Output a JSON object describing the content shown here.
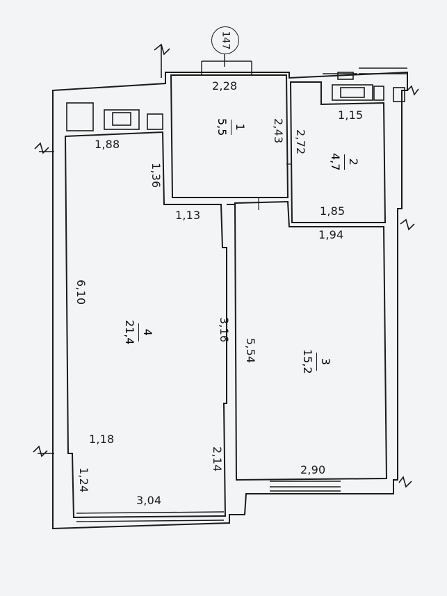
{
  "plan": {
    "badge": "147",
    "rooms": [
      {
        "id": "1",
        "num": "1",
        "area": "5,5"
      },
      {
        "id": "2",
        "num": "2",
        "area": "4,7"
      },
      {
        "id": "3",
        "num": "3",
        "area": "15,2"
      },
      {
        "id": "4",
        "num": "4",
        "area": "21,4"
      }
    ],
    "dims": {
      "d228": "2,28",
      "d115": "1,15",
      "d188": "1,88",
      "d272": "2,72",
      "d243": "2,43",
      "d136": "1,36",
      "d113": "1,13",
      "d185": "1,85",
      "d194": "1,94",
      "d610": "6,10",
      "d316": "3,16",
      "d554": "5,54",
      "d118": "1,18",
      "d214": "2,14",
      "d124": "1,24",
      "d290": "2,90",
      "d304": "3,04"
    }
  },
  "colors": {
    "paper": "#f4f6f7",
    "ink": "#1a1a1a"
  }
}
